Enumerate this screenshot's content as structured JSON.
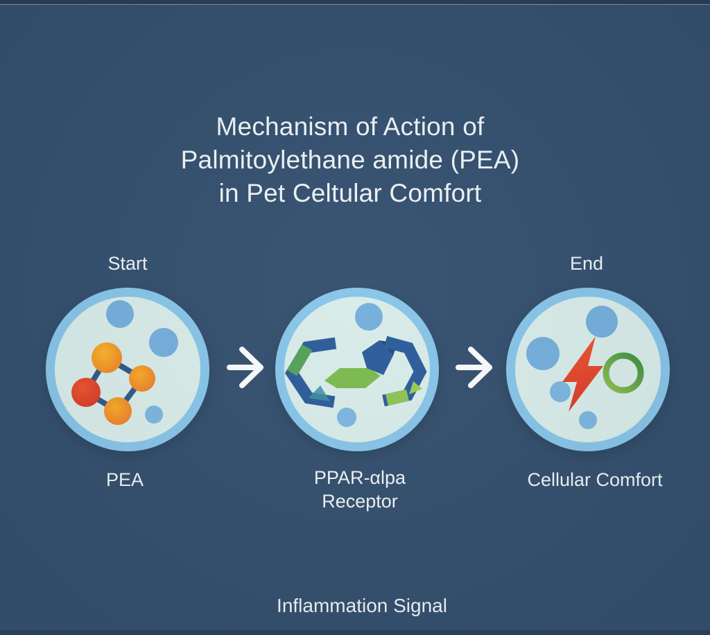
{
  "title": {
    "line1": "Mechanism of Action of",
    "line2": "Palmitoylethane amide (PEA)",
    "line3": "in Pet Celtular Comfort"
  },
  "flow": {
    "start_label": "Start",
    "end_label": "End",
    "arrow_icon": "right-arrow",
    "steps": [
      {
        "id": "pea",
        "label": "PEA",
        "icon": "molecule"
      },
      {
        "id": "ppar-alpha-receptor",
        "label_line1": "PPAR-αlpa",
        "label_line2": "Receptor",
        "icon": "receptor-ribbon"
      },
      {
        "id": "cellular-comfort",
        "label": "Cellular Comfort",
        "icon": "lightning-bolt-and-ring"
      }
    ]
  },
  "footer": {
    "caption": "Inflammation Signal"
  },
  "colors": {
    "background": "#34506F",
    "text": "#F2F5F7",
    "cell_border": "#87C5E8",
    "cell_fill": "#D8ECE9",
    "bubble_blue": "#74AFDC",
    "molecule_orange": "#F5A126",
    "molecule_red": "#E5512F",
    "bond_blue": "#2F5A8C",
    "receptor_blue": "#2B5C9B",
    "receptor_green": "#7CBA4F",
    "lightning_red": "#E94F2D",
    "ring_green": "#6FAE4D",
    "arrow_white": "#FAFBFC"
  }
}
